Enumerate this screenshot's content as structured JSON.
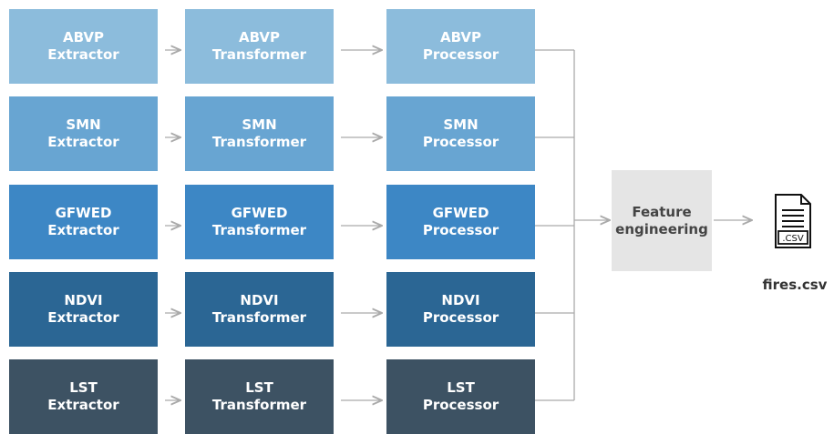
{
  "pipelines": [
    {
      "source": "ABVP",
      "color": "#8cbcdc",
      "stages": [
        {
          "name": "ABVP",
          "role": "Extractor"
        },
        {
          "name": "ABVP",
          "role": "Transformer"
        },
        {
          "name": "ABVP",
          "role": "Processor"
        }
      ]
    },
    {
      "source": "SMN",
      "color": "#68a5d2",
      "stages": [
        {
          "name": "SMN",
          "role": "Extractor"
        },
        {
          "name": "SMN",
          "role": "Transformer"
        },
        {
          "name": "SMN",
          "role": "Processor"
        }
      ]
    },
    {
      "source": "GFWED",
      "color": "#3d87c5",
      "stages": [
        {
          "name": "GFWED",
          "role": "Extractor"
        },
        {
          "name": "GFWED",
          "role": "Transformer"
        },
        {
          "name": "GFWED",
          "role": "Processor"
        }
      ]
    },
    {
      "source": "NDVI",
      "color": "#2b6694",
      "stages": [
        {
          "name": "NDVI",
          "role": "Extractor"
        },
        {
          "name": "NDVI",
          "role": "Transformer"
        },
        {
          "name": "NDVI",
          "role": "Processor"
        }
      ]
    },
    {
      "source": "LST",
      "color": "#3d5263",
      "stages": [
        {
          "name": "LST",
          "role": "Extractor"
        },
        {
          "name": "LST",
          "role": "Transformer"
        },
        {
          "name": "LST",
          "role": "Processor"
        }
      ]
    }
  ],
  "feature_engineering": {
    "line1": "Feature",
    "line2": "engineering"
  },
  "output": {
    "file_label": "fires.csv",
    "icon": "csv-file-icon",
    "icon_text": ".CSV"
  },
  "colors": {
    "connector": "#aaaaaa",
    "feature_box": "#e5e5e5"
  }
}
